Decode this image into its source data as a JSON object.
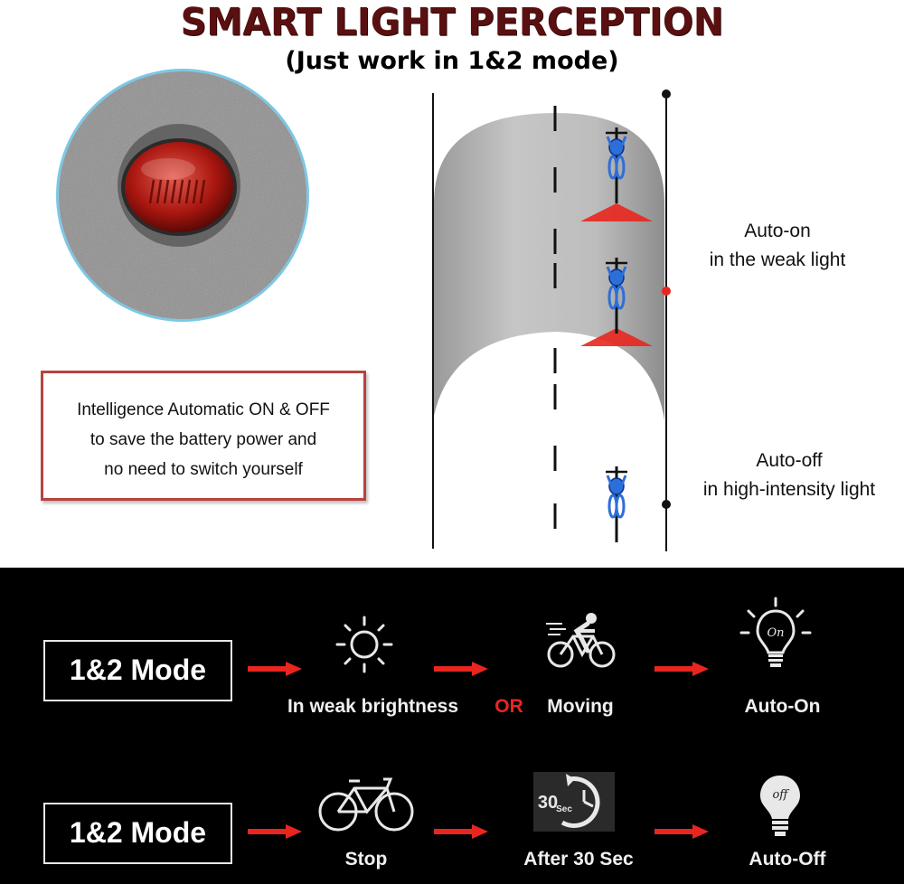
{
  "header": {
    "title": "SMART LIGHT PERCEPTION",
    "subtitle": "(Just work in 1&2 mode)"
  },
  "info_box": {
    "lines": [
      "Intelligence Automatic ON & OFF",
      "to save the battery power and",
      "no need to switch yourself"
    ]
  },
  "diagram": {
    "auto_on": {
      "line1": "Auto-on",
      "line2": "in the weak light"
    },
    "auto_off": {
      "line1": "Auto-off",
      "line2": "in high-intensity light"
    }
  },
  "steps": [
    {
      "mode_label": "1&2  Mode",
      "condition_a": "In weak brightness",
      "connector": "OR",
      "condition_b": "Moving",
      "result": "Auto-On",
      "icons": [
        "sun-icon",
        "cyclist-icon",
        "bulb-on-icon"
      ],
      "bulb_text": "On"
    },
    {
      "mode_label": "1&2  Mode",
      "condition_a": "Stop",
      "condition_b": "After 30 Sec",
      "result": "Auto-Off",
      "icons": [
        "bicycle-icon",
        "timer-icon",
        "bulb-off-icon"
      ],
      "timer_number": "30",
      "timer_unit": "Sec",
      "bulb_text": "off"
    }
  ],
  "colors": {
    "title": "#5a1010",
    "arrow": "#e8261f",
    "sensor_red": "#c8221c",
    "road_shadow": "#b9b9b9",
    "bike_blue": "#2d6fd8"
  }
}
